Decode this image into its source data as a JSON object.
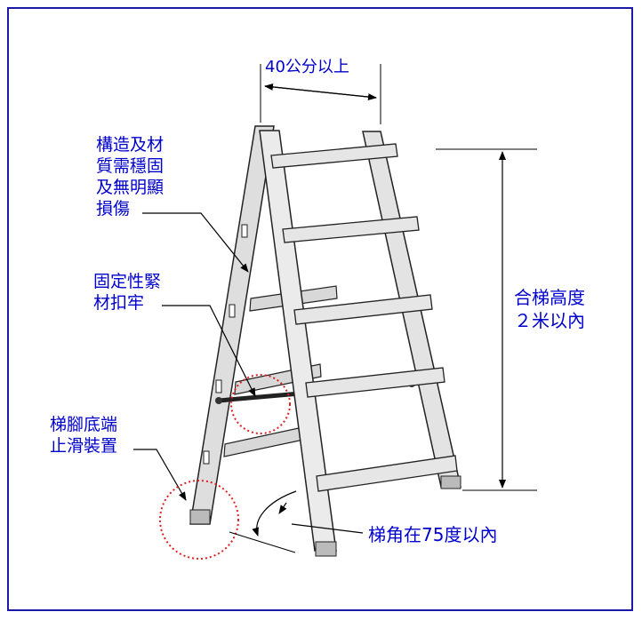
{
  "labels": {
    "width": "40公分以上",
    "structure": [
      "構造及材",
      "質需穩固",
      "及無明顯",
      "損傷"
    ],
    "fastener": [
      "固定性緊",
      "材扣牢"
    ],
    "height": [
      "合梯高度",
      "２米以內"
    ],
    "antislip": [
      "梯腳底端",
      "止滑裝置"
    ],
    "angle": "梯角在75度以內"
  },
  "colors": {
    "frame": "#1a1aa8",
    "text": "#0000cc",
    "wood": "#e4e4e4",
    "wood_dark": "#b9b9b9",
    "outline": "#222222",
    "highlight": "#e02020"
  }
}
